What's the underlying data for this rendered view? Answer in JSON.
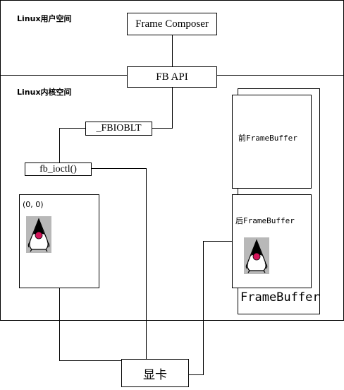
{
  "regions": {
    "user_space": "Linux用户空间",
    "kernel_space": "Linux内核空间"
  },
  "nodes": {
    "frame_composer": "Frame Composer",
    "fb_api": "FB API",
    "fbioblt": "_FBIOBLT",
    "fb_ioctl": "fb_ioctl()",
    "origin": "(0, 0)",
    "front_buffer": "前FrameBuffer",
    "back_buffer": "后FrameBuffer",
    "framebuffer": "FrameBuffer",
    "gpu": "显卡"
  },
  "icons": [
    "duke-mascot-icon",
    "duke-mascot-icon"
  ],
  "colors": {
    "line": "#000000",
    "background": "#ffffff",
    "mascot_nose": "#d4145a"
  }
}
